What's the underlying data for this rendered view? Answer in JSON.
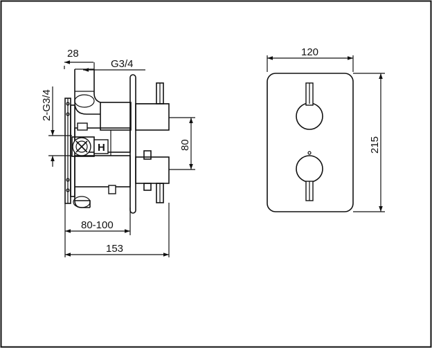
{
  "dimensions": {
    "d28": "28",
    "thread_outlet": "G3/4",
    "thread_inlets": "2-G3/4",
    "d80": "80",
    "d80_100": "80-100",
    "d153": "153",
    "d120": "120",
    "d215": "215"
  },
  "markings": {
    "hot": "H"
  }
}
